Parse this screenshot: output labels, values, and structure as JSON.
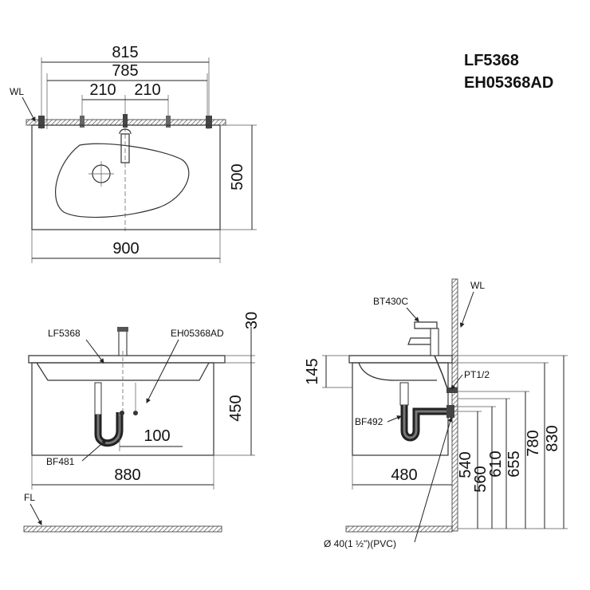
{
  "models": {
    "basin": "LF5368",
    "cabinet": "EH05368AD"
  },
  "top_view": {
    "dims": {
      "overall_width": "815",
      "inner_width": "785",
      "left_half": "210",
      "right_half": "210",
      "depth": "500",
      "total_width": "900"
    },
    "labels": {
      "wall": "WL"
    }
  },
  "front_view": {
    "dims": {
      "top_thickness": "30",
      "cabinet_height": "450",
      "drain_offset": "100",
      "width": "880"
    },
    "labels": {
      "basin": "LF5368",
      "cabinet": "EH05368AD",
      "trap": "BF481",
      "floor": "FL"
    }
  },
  "side_view": {
    "dims": {
      "basin_height": "145",
      "depth": "480",
      "h540": "540",
      "h560": "560",
      "h610": "610",
      "h655": "655",
      "h780": "780",
      "h830": "830"
    },
    "labels": {
      "wall": "WL",
      "faucet": "BT430C",
      "pipe_thread": "PT1/2",
      "trap": "BF492",
      "drain_pipe": "Ø  40(1 ½\")(PVC)"
    }
  }
}
